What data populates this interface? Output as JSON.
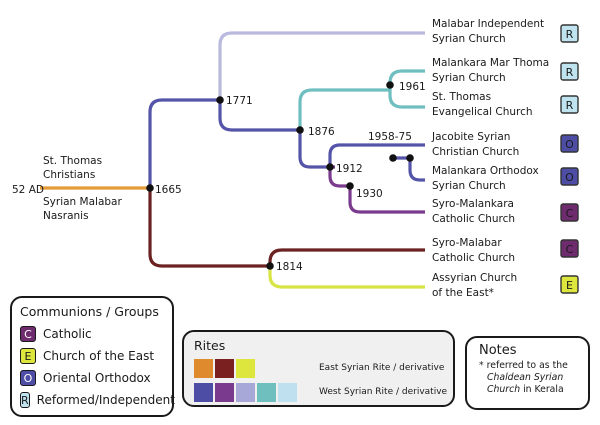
{
  "tree": {
    "root": {
      "year": "52 AD",
      "name_top": [
        "St. Thomas",
        "Christians"
      ],
      "name_bottom": [
        "Syrian Malabar",
        "Nasranis"
      ]
    },
    "junctions": [
      "1665",
      "1771",
      "1876",
      "1961",
      "1958-75",
      "1912",
      "1930",
      "1814"
    ],
    "churches": [
      {
        "lines": [
          "Malabar Independent",
          "Syrian Church"
        ],
        "badge": "R"
      },
      {
        "lines": [
          "Malankara Mar Thoma",
          "Syrian Church"
        ],
        "badge": "R"
      },
      {
        "lines": [
          "St. Thomas",
          "Evangelical Church"
        ],
        "badge": "R"
      },
      {
        "lines": [
          "Jacobite Syrian",
          "Christian Church"
        ],
        "badge": "O"
      },
      {
        "lines": [
          "Malankara Orthodox",
          "Syrian Church"
        ],
        "badge": "O"
      },
      {
        "lines": [
          "Syro-Malankara",
          "Catholic Church"
        ],
        "badge": "C"
      },
      {
        "lines": [
          "Syro-Malabar",
          "Catholic Church"
        ],
        "badge": "C"
      },
      {
        "lines": [
          "Assyrian Church",
          "of the East*"
        ],
        "badge": "E"
      }
    ]
  },
  "communions": {
    "title": "Communions / Groups",
    "items": [
      {
        "letter": "C",
        "label": "Catholic",
        "fill": "#6e2c6f",
        "text_color": "#ffffff",
        "border": "#1a1a1a"
      },
      {
        "letter": "E",
        "label": "Church of the East",
        "fill": "#dce63c",
        "text_color": "#1a1a1a",
        "border": "#1a1a1a"
      },
      {
        "letter": "O",
        "label": "Oriental Orthodox",
        "fill": "#4d4da6",
        "text_color": "#ffffff",
        "border": "#1a1a1a"
      },
      {
        "letter": "R",
        "label": "Reformed/Independent",
        "fill": "#bfe3ef",
        "text_color": "#1a1a1a",
        "border": "#1a1a1a"
      }
    ]
  },
  "rites": {
    "title": "Rites",
    "east": {
      "label": "East Syrian Rite / derivative",
      "colors": [
        "#e08a2e",
        "#7a2020",
        "#dce63c"
      ]
    },
    "west": {
      "label": "West Syrian Rite / derivative",
      "colors": [
        "#4d4da6",
        "#7a3a8e",
        "#a8a8d8",
        "#6fbfbf",
        "#bfe0ef"
      ]
    }
  },
  "notes": {
    "title": "Notes",
    "line1": "* referred to as the",
    "line2": "Chaldean Syrian",
    "line3": "Church",
    "line3_rest": " in Kerala"
  },
  "colors": {
    "orange": "#e39a37",
    "maroon": "#6b2222",
    "yellow": "#d7e444",
    "indigo": "#5454a8",
    "lavender": "#b9b9dd",
    "teal": "#6fbfc0",
    "purple": "#7a3a8e",
    "dot": "#111111"
  }
}
